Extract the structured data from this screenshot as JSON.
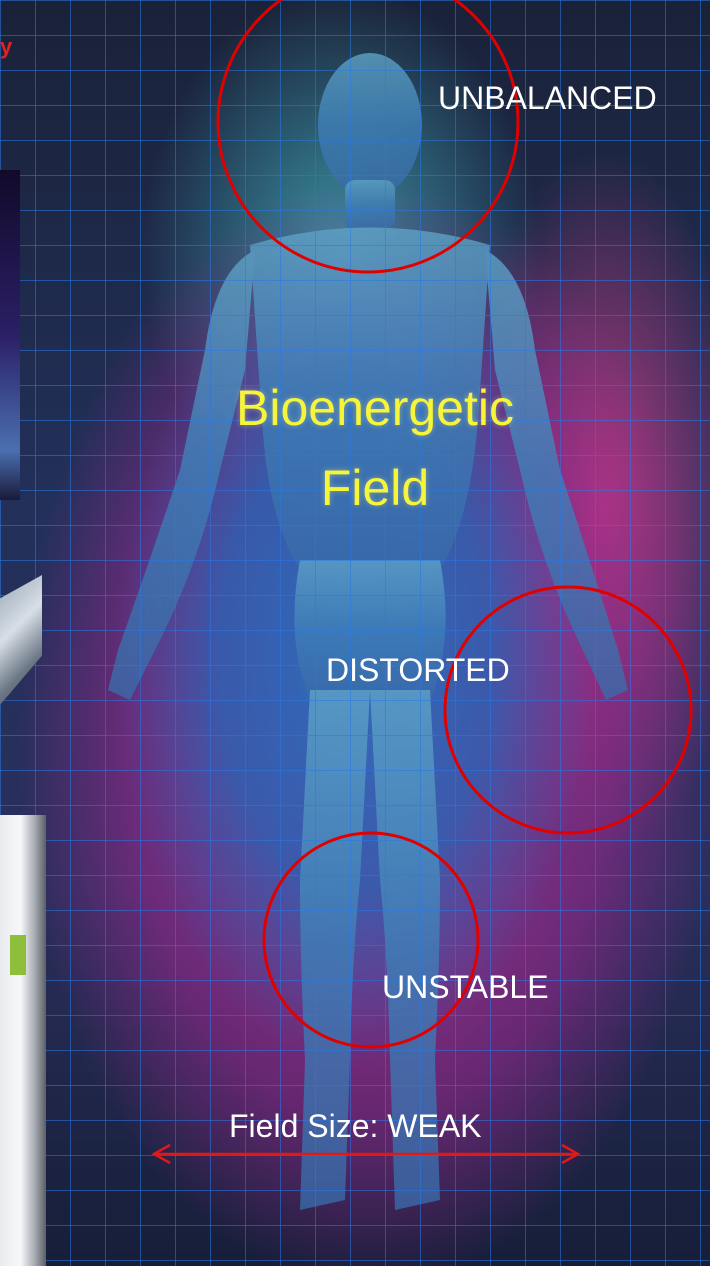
{
  "corner_text": "y",
  "title": {
    "line1": "Bioenergetic",
    "line2": "Field"
  },
  "labels": {
    "unbalanced": "UNBALANCED",
    "distorted": "DISTORTED",
    "unstable": "UNSTABLE",
    "field_size": "Field Size: WEAK"
  },
  "colors": {
    "circle": "#e00000",
    "title": "#f7f53a",
    "label": "#ffffff",
    "grid": "#2878e6"
  },
  "icons": [
    "double-arrow-icon"
  ]
}
